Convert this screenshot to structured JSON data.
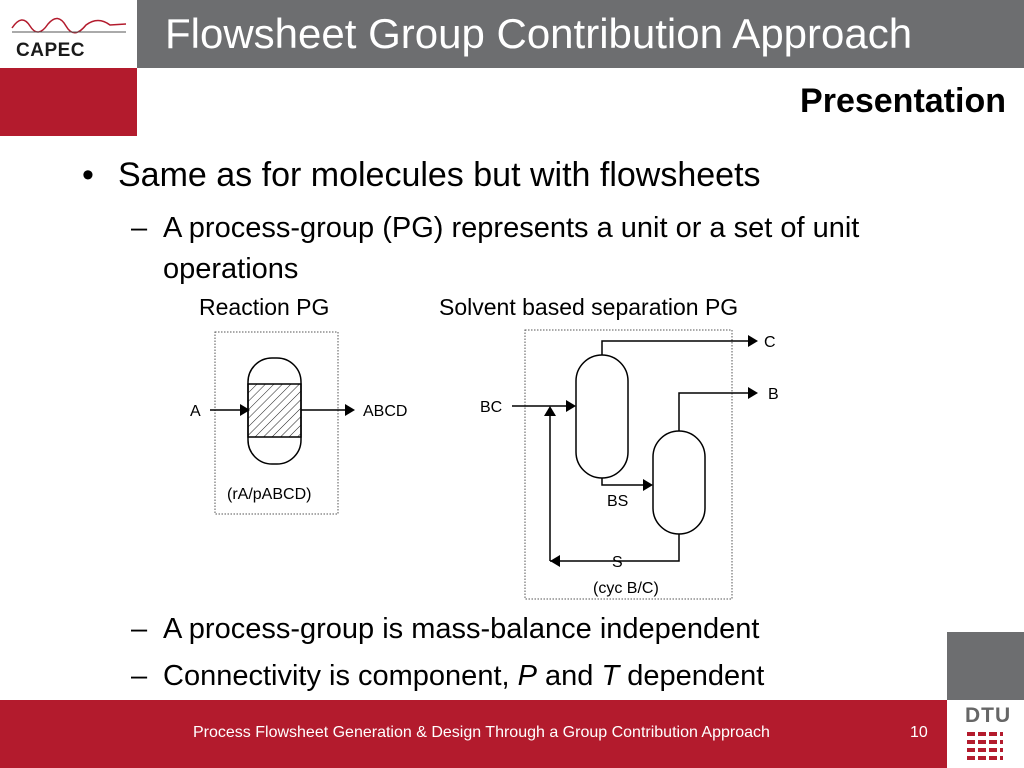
{
  "slide": {
    "logo_text": "CAPEC",
    "title": "Flowsheet Group Contribution Approach",
    "subtitle": "Presentation",
    "bullet1": "Same as for molecules but with flowsheets",
    "sub1_line1": "A process-group (PG) represents a unit or a set of unit",
    "sub1_line2": "operations",
    "caption_reaction": "Reaction PG",
    "caption_separation": "Solvent based separation PG",
    "sub2": "A process-group is mass-balance independent",
    "sub3_pre": "Connectivity is component,",
    "sub3_p": "P",
    "sub3_and": "and",
    "sub3_t": "T",
    "sub3_post": "dependent",
    "bullet_dot": "•",
    "dash": "–"
  },
  "reaction_diagram": {
    "inlet": "A",
    "outlet": "ABCD",
    "label": "(rA/pABCD)"
  },
  "separation_diagram": {
    "feed": "BC",
    "top": "C",
    "mid": "B",
    "bottoms": "BS",
    "solvent": "S",
    "label": "(cyc B/C)"
  },
  "footer": {
    "text": "Process Flowsheet Generation & Design Through a Group Contribution Approach",
    "page": "10",
    "dtu": "DTU"
  },
  "colors": {
    "accent_red": "#b31b2d",
    "header_grey": "#6d6e70"
  }
}
